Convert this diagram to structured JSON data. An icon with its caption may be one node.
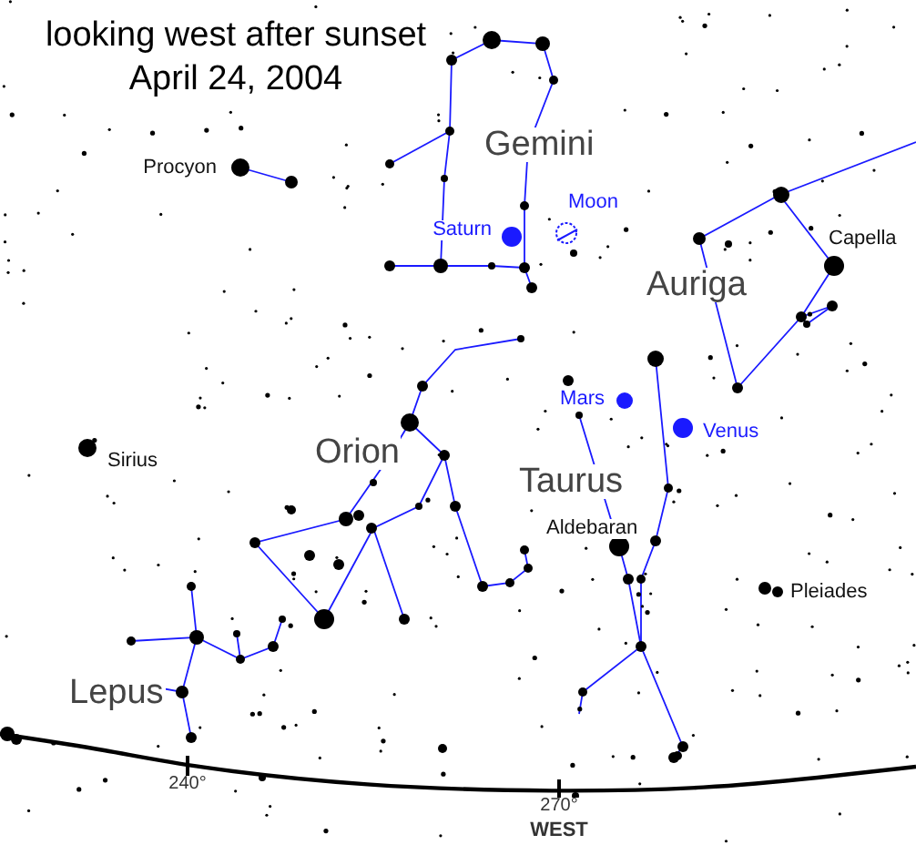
{
  "diagram": {
    "title": "looking west after sunset April 24, 2004",
    "labels": [
      "Gemini",
      "Procyon",
      "Saturn",
      "Moon",
      "Capella",
      "Auriga",
      "Mars",
      "Venus",
      "Orion",
      "Sirius",
      "Taurus",
      "Aldebaran",
      "Pleiades",
      "Lepus",
      "240°",
      "270°",
      "WEST"
    ]
  }
}
